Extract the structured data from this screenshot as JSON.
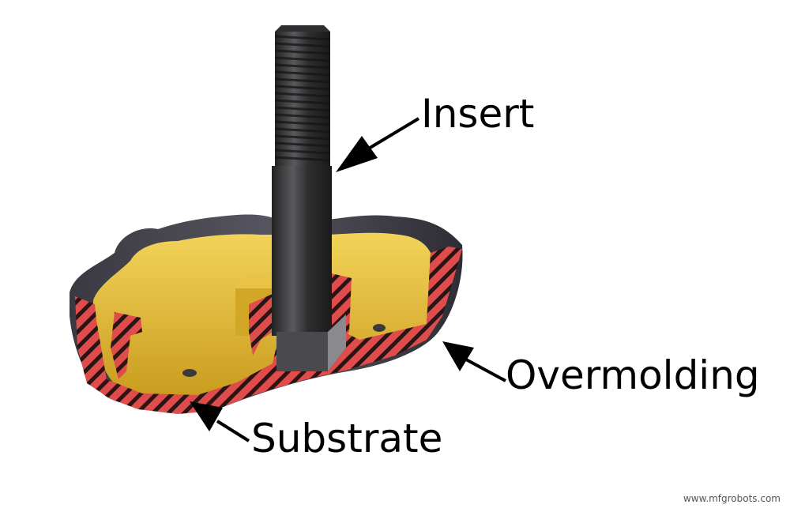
{
  "labels": {
    "insert": "Insert",
    "overmolding": "Overmolding",
    "substrate": "Substrate"
  },
  "watermark": "www.mfgrobots.com",
  "colors": {
    "overmold_shell": "#4a4852",
    "substrate": "#e8c64a",
    "section_cut": "#e04b4b",
    "insert_metal": "#3a3a3c"
  }
}
